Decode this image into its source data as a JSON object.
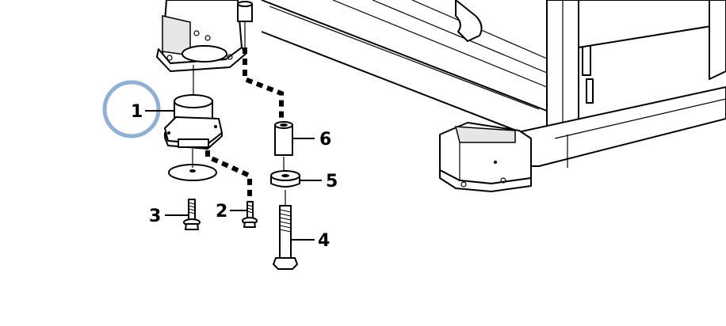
{
  "callouts": {
    "c1": "1",
    "c2": "2",
    "c3": "3",
    "c4": "4",
    "c5": "5",
    "c6": "6"
  },
  "colors": {
    "highlight_circle": "#8fb0d6",
    "linework": "#000000",
    "background": "#ffffff"
  }
}
